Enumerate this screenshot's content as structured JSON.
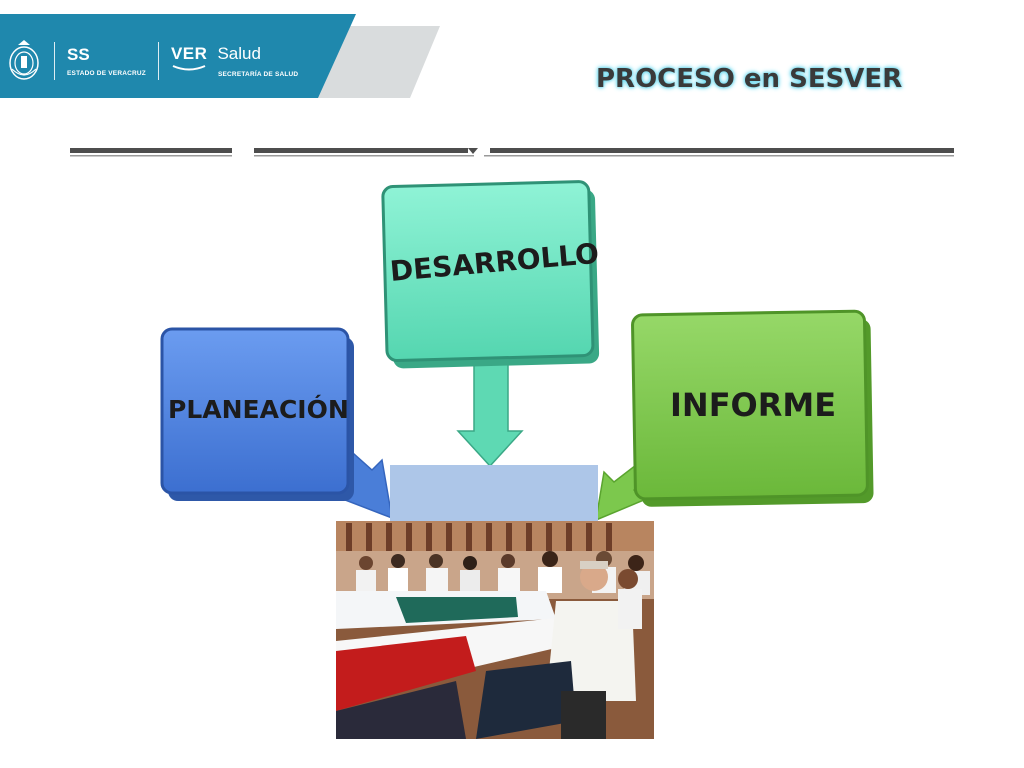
{
  "header": {
    "brand_ss": "SS",
    "brand_ss_sub": "ESTADO DE VERACRUZ",
    "brand_ver": "VER",
    "brand_salud": "Salud",
    "brand_salud_sub": "SECRETARÍA DE SALUD",
    "colors": {
      "band": "#1f88ad",
      "band_ghost": "#d9dcdd"
    }
  },
  "title": "PROCESO en SESVER",
  "diagram": {
    "boxes": {
      "desarrollo": {
        "label": "DESARROLLO",
        "color": "#6ee6c2"
      },
      "planeacion": {
        "label": "PLANEACIÓN",
        "color": "#4f86e0"
      },
      "informe": {
        "label": "INFORME",
        "color": "#7fca4c"
      }
    },
    "center_color": "#adc6e8",
    "icons": [
      "arrow-down-icon",
      "arrow-right-down-icon",
      "arrow-left-down-icon"
    ]
  },
  "photo": {
    "subject": "meeting-photo"
  }
}
